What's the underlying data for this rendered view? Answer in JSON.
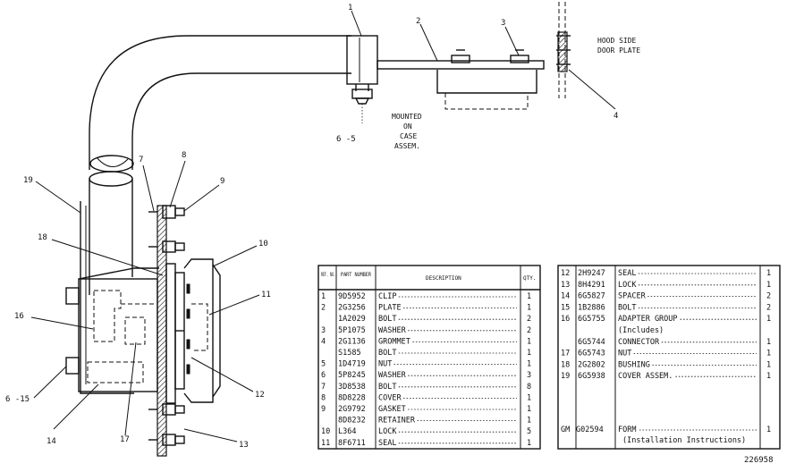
{
  "figure_id": "226958",
  "notes": {
    "hood_side_line1": "HOOD SIDE",
    "hood_side_line2": "DOOR PLATE",
    "mounted_line1": "MOUNTED",
    "mounted_line2": "ON",
    "mounted_line3": "CASE",
    "mounted_line4": "ASSEM."
  },
  "callouts": {
    "c1": "1",
    "c2": "2",
    "c3": "3",
    "c4": "4",
    "c6_5": "6 -5",
    "c7": "7",
    "c8": "8",
    "c9": "9",
    "c10": "10",
    "c11": "11",
    "c12": "12",
    "c13": "13",
    "c14": "14",
    "c6_15": "6 -15",
    "c16": "16",
    "c17": "17",
    "c18": "18",
    "c19": "19"
  },
  "table_left": {
    "header": {
      "ref": "REF. NO.",
      "part": "PART NUMBER",
      "desc": "DESCRIPTION",
      "qty": "QTY."
    },
    "rows": [
      {
        "ref": "1",
        "part": "9D5952",
        "desc": "CLIP",
        "qty": "1"
      },
      {
        "ref": "2",
        "part": "2G3256",
        "desc": "PLATE",
        "qty": "1"
      },
      {
        "ref": "",
        "part": "1A2029",
        "desc": "BOLT",
        "qty": "2"
      },
      {
        "ref": "3",
        "part": "5P1075",
        "desc": "WASHER",
        "qty": "2"
      },
      {
        "ref": "4",
        "part": "2G1136",
        "desc": "GROMMET",
        "qty": "1"
      },
      {
        "ref": "",
        "part": "S1585",
        "desc": "BOLT",
        "qty": "1"
      },
      {
        "ref": "5",
        "part": "1D4719",
        "desc": "NUT",
        "qty": "1"
      },
      {
        "ref": "6",
        "part": "5P8245",
        "desc": "WASHER",
        "qty": "3"
      },
      {
        "ref": "7",
        "part": "3D8538",
        "desc": "BOLT",
        "qty": "8"
      },
      {
        "ref": "8",
        "part": "8D8228",
        "desc": "COVER",
        "qty": "1"
      },
      {
        "ref": "9",
        "part": "2G9792",
        "desc": "GASKET",
        "qty": "1"
      },
      {
        "ref": "",
        "part": "8D8232",
        "desc": "RETAINER",
        "qty": "1"
      },
      {
        "ref": "10",
        "part": "L364",
        "desc": "LOCK",
        "qty": "5"
      },
      {
        "ref": "11",
        "part": "8F6711",
        "desc": "SEAL",
        "qty": "1"
      }
    ]
  },
  "table_right": {
    "rows": [
      {
        "ref": "12",
        "part": "2H9247",
        "desc": "SEAL",
        "qty": "1"
      },
      {
        "ref": "13",
        "part": "8H4291",
        "desc": "LOCK",
        "qty": "1"
      },
      {
        "ref": "14",
        "part": "6G5827",
        "desc": "SPACER",
        "qty": "2"
      },
      {
        "ref": "15",
        "part": "1B2886",
        "desc": "BOLT",
        "qty": "2"
      },
      {
        "ref": "16",
        "part": "6G5755",
        "desc": "ADAPTER GROUP",
        "qty": "1"
      },
      {
        "ref": "",
        "part": "",
        "desc": "(Includes)",
        "qty": ""
      },
      {
        "ref": "",
        "part": "6G5744",
        "desc": "CONNECTOR",
        "qty": "1"
      },
      {
        "ref": "17",
        "part": "6G5743",
        "desc": "NUT",
        "qty": "1"
      },
      {
        "ref": "18",
        "part": "2G2802",
        "desc": "BUSHING",
        "qty": "1"
      },
      {
        "ref": "19",
        "part": "6G5938",
        "desc": "COVER ASSEM.",
        "qty": "1"
      }
    ],
    "form_row": {
      "ref": "GM",
      "part": "G02594",
      "desc": "FORM",
      "desc2": "(Installation Instructions)",
      "qty": "1"
    }
  }
}
